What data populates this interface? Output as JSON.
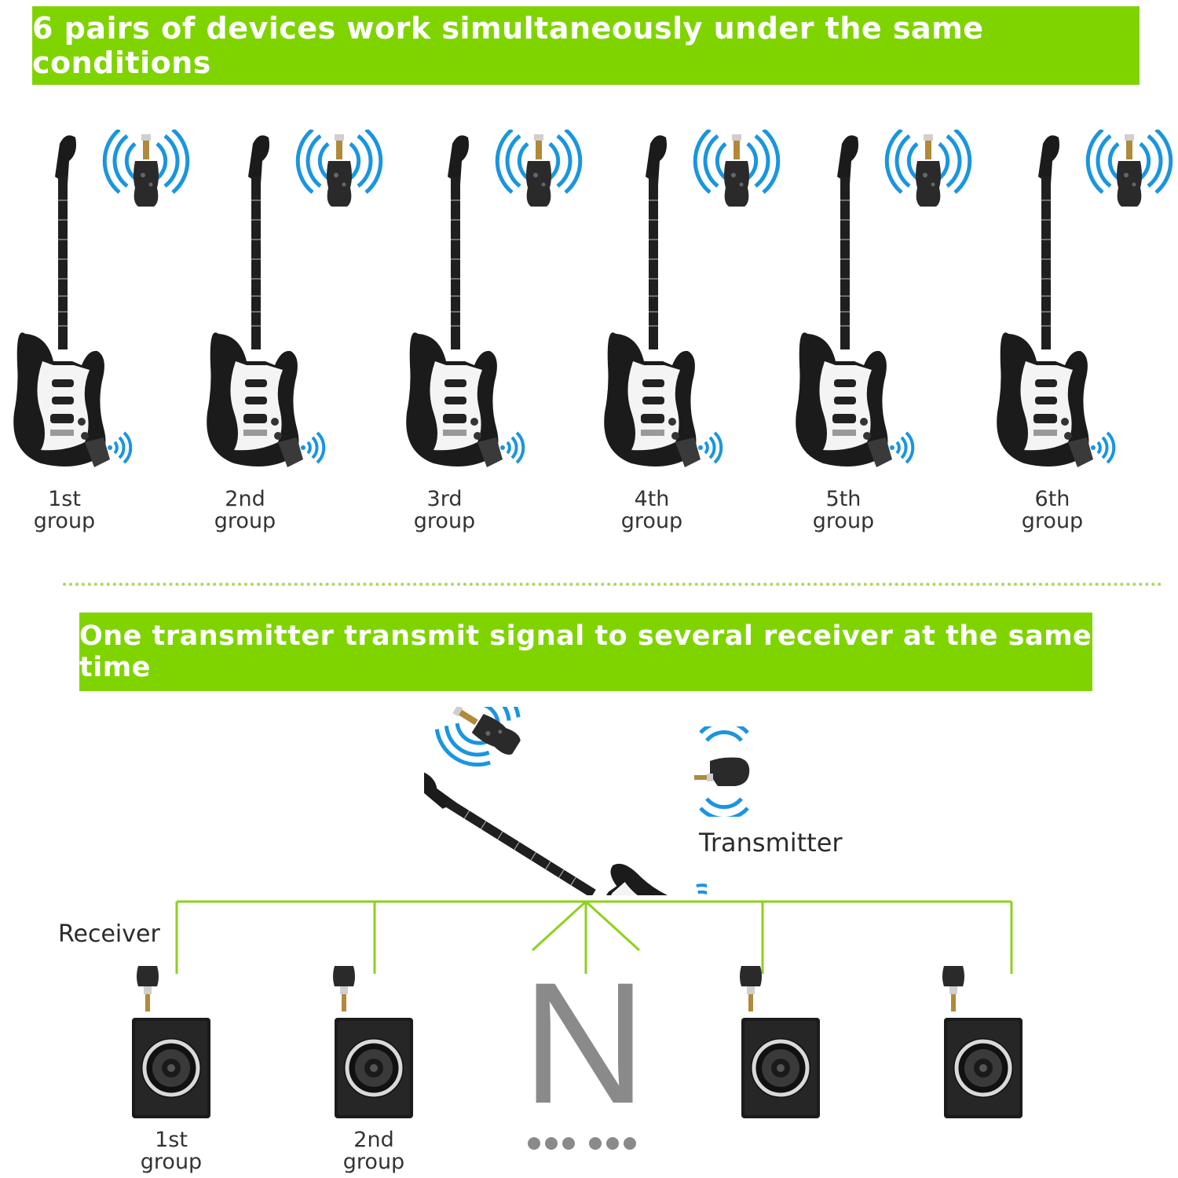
{
  "banners": {
    "top": "6 pairs of devices work simultaneously under the same conditions",
    "middle": "One transmitter transmit signal to several receiver at the same time"
  },
  "pairs": [
    {
      "line1": "1st",
      "line2": "group"
    },
    {
      "line1": "2nd",
      "line2": "group"
    },
    {
      "line1": "3rd",
      "line2": "group"
    },
    {
      "line1": "4th",
      "line2": "group"
    },
    {
      "line1": "5th",
      "line2": "group"
    },
    {
      "line1": "6th",
      "line2": "group"
    }
  ],
  "transmitter_label": "Transmitter",
  "receiver_label": "Receiver",
  "receivers": [
    {
      "line1": "1st",
      "line2": "group"
    },
    {
      "line1": "2nd",
      "line2": "group"
    }
  ],
  "n_label": "N",
  "colors": {
    "accent_green": "#7fd400",
    "signal_blue": "#1a95e0",
    "guitar_black": "#1b1b1b"
  },
  "icons": [
    "guitar-icon",
    "wireless-transmitter-icon",
    "signal-waves-icon",
    "speaker-icon",
    "receiver-plug-icon"
  ]
}
